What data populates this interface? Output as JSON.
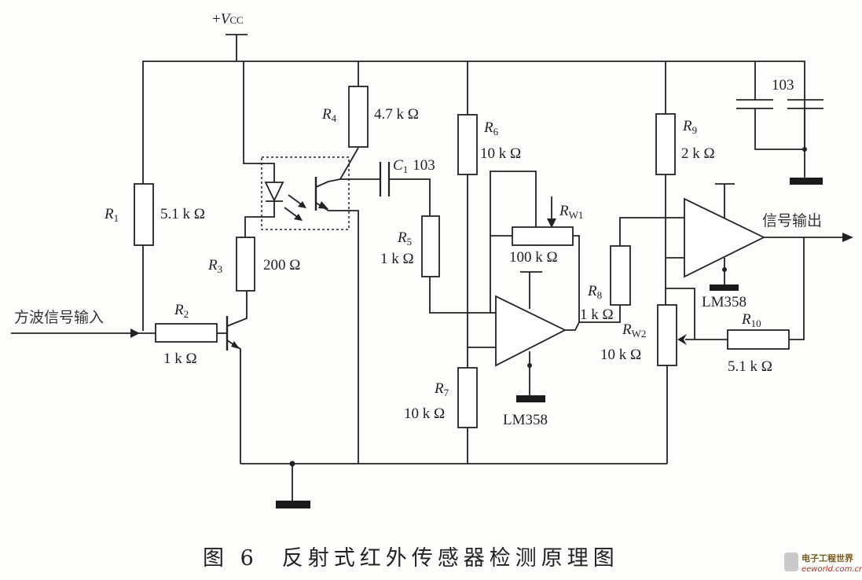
{
  "supply": {
    "plus": "+",
    "v": "V",
    "sub": "CC"
  },
  "input_label": "方波信号输入",
  "output_label": "信号输出",
  "components": {
    "R1": {
      "ref": "R",
      "sub": "1",
      "value": "5.1 k Ω"
    },
    "R2": {
      "ref": "R",
      "sub": "2",
      "value": "1 k Ω"
    },
    "R3": {
      "ref": "R",
      "sub": "3",
      "value": "200  Ω"
    },
    "R4": {
      "ref": "R",
      "sub": "4",
      "value": "4.7 k Ω"
    },
    "R5": {
      "ref": "R",
      "sub": "5",
      "value": "1 k Ω"
    },
    "R6": {
      "ref": "R",
      "sub": "6",
      "value": "10 k Ω"
    },
    "R7": {
      "ref": "R",
      "sub": "7",
      "value": "10 k Ω"
    },
    "R8": {
      "ref": "R",
      "sub": "8",
      "value": "1 k Ω"
    },
    "R9": {
      "ref": "R",
      "sub": "9",
      "value": "2 k Ω"
    },
    "R10": {
      "ref": "R",
      "sub": "10",
      "value": "5.1 k Ω"
    },
    "RW1": {
      "ref": "R",
      "sub": "W1",
      "value": "100 k Ω"
    },
    "RW2": {
      "ref": "R",
      "sub": "W2",
      "value": "10 k Ω"
    },
    "C1": {
      "ref": "C",
      "sub": "1",
      "value": "103"
    },
    "C_decouple": {
      "value": "103"
    },
    "U1": {
      "part": "LM358"
    },
    "U2": {
      "part": "LM358"
    }
  },
  "caption": {
    "figure": "图 6",
    "title": "反射式红外传感器检测原理图"
  },
  "watermark": {
    "line1": "电子工程世界",
    "line2": "eeworld.com.cn"
  }
}
